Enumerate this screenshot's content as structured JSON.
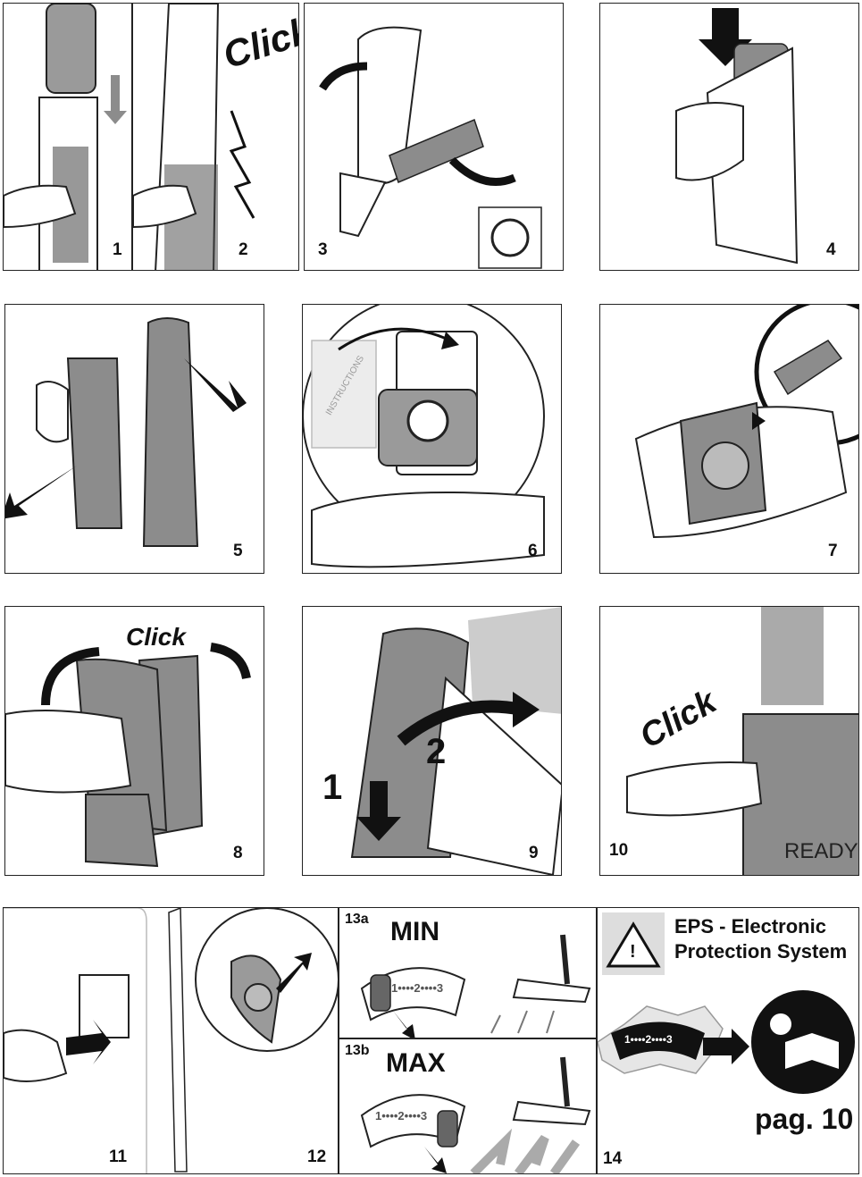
{
  "panels": {
    "p1": {
      "num": "1"
    },
    "p2": {
      "num": "2",
      "click": "Click"
    },
    "p3": {
      "num": "3"
    },
    "p4": {
      "num": "4"
    },
    "p5": {
      "num": "5"
    },
    "p6": {
      "num": "6",
      "instructions": "INSTRUCTIONS"
    },
    "p7": {
      "num": "7"
    },
    "p8": {
      "num": "8",
      "click": "Click"
    },
    "p9": {
      "num": "9",
      "step1": "1",
      "step2": "2"
    },
    "p10": {
      "num": "10",
      "click": "Click",
      "ready": "READY"
    },
    "p11": {
      "num": "11"
    },
    "p12": {
      "num": "12"
    },
    "p13a": {
      "tag": "13a",
      "mode": "MIN",
      "scale": "1••••2••••3"
    },
    "p13b": {
      "tag": "13b",
      "mode": "MAX",
      "scale": "1••••2••••3"
    },
    "p14": {
      "num": "14",
      "title_line1": "EPS - Electronic",
      "title_line2": "Protection System",
      "warning": "!",
      "scale": "1••••2••••3",
      "page_ref": "pag. 10"
    }
  },
  "colors": {
    "grey": "#8c8c8c",
    "dark": "#1a1a1a",
    "light": "#d9d9d9"
  }
}
